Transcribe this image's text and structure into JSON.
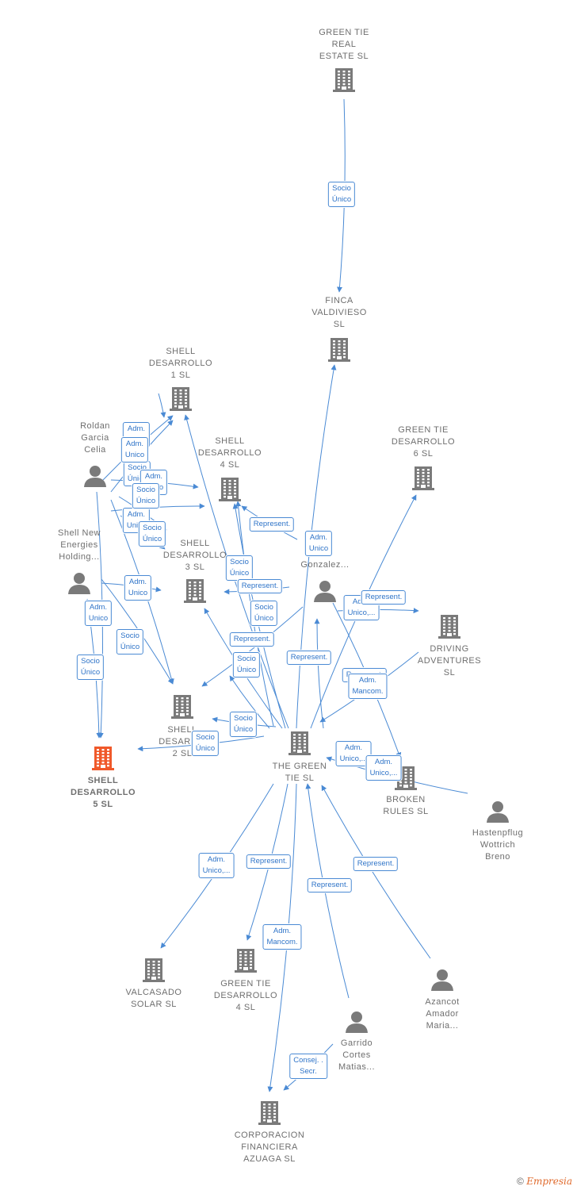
{
  "colors": {
    "edge": "#4a8ad4",
    "node": "#7a7a7a",
    "focus": "#f0592a",
    "badge_text": "#2f74c8"
  },
  "nodes": [
    {
      "id": "gtre",
      "type": "company",
      "label": "GREEN TIE\nREAL\nESTATE  SL"
    },
    {
      "id": "finca",
      "type": "company",
      "label": "FINCA\nVALDIVIESO\nSL"
    },
    {
      "id": "sd1",
      "type": "company",
      "label": "SHELL\nDESARROLLO\n1  SL"
    },
    {
      "id": "sd4",
      "type": "company",
      "label": "SHELL\nDESARROLLO\n4  SL"
    },
    {
      "id": "gt6",
      "type": "company",
      "label": "GREEN TIE\nDESARROLLO\n6  SL"
    },
    {
      "id": "sd3",
      "type": "company",
      "label": "SHELL\nDESARROLLO\n3  SL"
    },
    {
      "id": "driving",
      "type": "company",
      "label": "DRIVING\nADVENTURES\nSL"
    },
    {
      "id": "sd2",
      "type": "company",
      "label": "SHELL\nDESARR...\n2  SL"
    },
    {
      "id": "sd5",
      "type": "company",
      "label": "SHELL\nDESARROLLO\n5  SL",
      "focus": true
    },
    {
      "id": "greentie",
      "type": "company",
      "label": "THE GREEN\nTIE  SL"
    },
    {
      "id": "broken",
      "type": "company",
      "label": "BROKEN\nRULES  SL"
    },
    {
      "id": "valcasado",
      "type": "company",
      "label": "VALCASADO\nSOLAR  SL"
    },
    {
      "id": "gt4",
      "type": "company",
      "label": "GREEN TIE\nDESARROLLO\n4  SL"
    },
    {
      "id": "corp",
      "type": "company",
      "label": "CORPORACION\nFINANCIERA\nAZUAGA  SL"
    },
    {
      "id": "roldan",
      "type": "person",
      "label": "Roldan\nGarcia\nCelia"
    },
    {
      "id": "shellnew",
      "type": "person",
      "label": "Shell New\nEnergies\nHolding..."
    },
    {
      "id": "gonzalez",
      "type": "person",
      "label": "...a\nGonzalez..."
    },
    {
      "id": "hastenpflug",
      "type": "person",
      "label": "Hastenpflug\nWottrich\nBreno"
    },
    {
      "id": "azancot",
      "type": "person",
      "label": "Azancot\nAmador\nMaria..."
    },
    {
      "id": "garrido",
      "type": "person",
      "label": "Garrido\nCortes\nMatias..."
    }
  ],
  "badges": [
    "Socio\nÚnico",
    "Adm.\nUnico",
    "Socio\nÚnico",
    "Adm.\nUnico",
    "Adm.\nUnico",
    "Socio\nÚnico",
    "Adm.\nUnico",
    "Adm.\nUnico",
    "Socio\nÚnico",
    "Socio\nÚnico",
    "Represent.",
    "Adm.\nUnico",
    "Socio\nÚnico",
    "Represent.",
    "Socio\nÚnico",
    "Represent.",
    "Represent.",
    "Adm.\nUnico,...",
    "Represent.",
    "Socio\nÚnico",
    "Represent.",
    "Adm.\nMancom.",
    "Socio\nÚnico",
    "Socio\nÚnico",
    "Adm.\nUnico,...",
    "Represent.",
    "Adm.\nUnico,...",
    "Adm.\nUnico,...",
    "Represent.",
    "Represent.",
    "Adm.\nMancom.",
    "Consej. .\nSecr.",
    "Adm.\nUnico",
    "Socio\nÚnico"
  ],
  "footer": {
    "copyright": "©",
    "brand": "Empresia"
  }
}
